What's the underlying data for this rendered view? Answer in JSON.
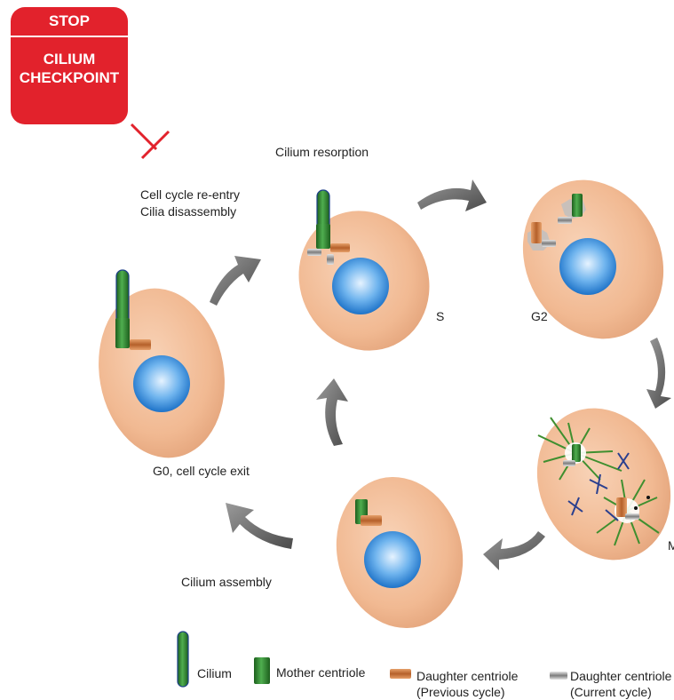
{
  "checkpoint": {
    "stop_label": "STOP",
    "title_line1": "CILIUM",
    "title_line2": "CHECKPOINT"
  },
  "labels": {
    "cilium_resorption": "Cilium resorption",
    "cell_cycle_reentry": "Cell cycle re-entry",
    "cilia_disassembly": "Cilia disassembly",
    "phase_s": "S",
    "phase_g2": "G2",
    "phase_m": "M",
    "g0_exit": "G0, cell cycle exit",
    "cilium_assembly": "Cilium assembly"
  },
  "legend": {
    "cilium": "Cilium",
    "mother_centriole": "Mother centriole",
    "daughter_prev_line1": "Daughter centriole",
    "daughter_prev_line2": "(Previous cycle)",
    "daughter_curr_line1": "Daughter centriole",
    "daughter_curr_line2": "(Current cycle)"
  },
  "colors": {
    "checkpoint_red": "#e2222c",
    "cell_fill": "#f1b992",
    "nucleus_blue": "#2f86d4",
    "cilium_green": "#2e8b2e",
    "daughter_orange": "#c8743a",
    "daughter_gray": "#9a9a9a",
    "arrow_gray": "#666666"
  }
}
